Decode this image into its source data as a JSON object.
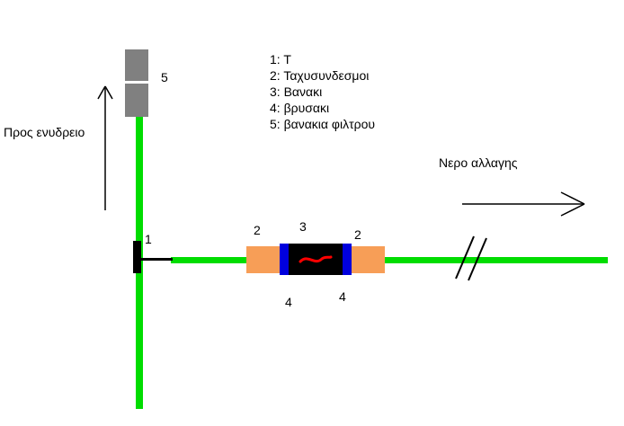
{
  "diagram": {
    "direction_labels": {
      "to_aquarium": "Προς ενυδρειο",
      "water_change": "Νερο αλλαγης"
    },
    "legend": {
      "items": [
        "1: Τ",
        "2: Ταχυσυνδεσμοι",
        "3: Βανακι",
        "4: βρυσακι",
        "5: βανακια φιλτρου"
      ]
    },
    "markers": {
      "tee": "1",
      "quick_connector_left": "2",
      "valve": "3",
      "quick_connector_right": "2",
      "tap_left": "4",
      "tap_right": "4",
      "filter_valves": "5"
    },
    "colors": {
      "pipe_green": "#00dd00",
      "connector_orange": "#f79e57",
      "valve_black": "#000000",
      "band_blue": "#0000dd",
      "handle_red": "#ff0000",
      "filter_gray": "#808080",
      "line_black": "#000000",
      "background": "#ffffff"
    }
  }
}
